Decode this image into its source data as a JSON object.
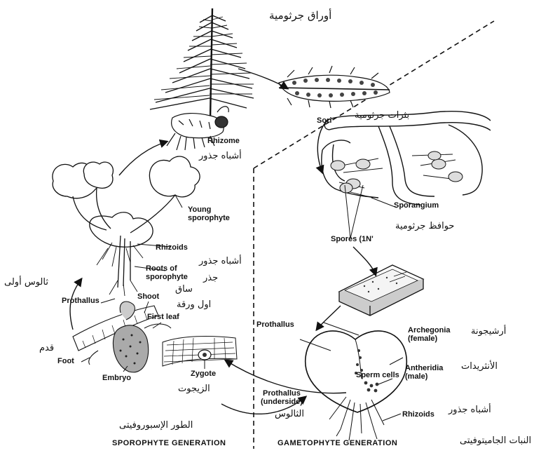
{
  "labels": {
    "sori": "Sori",
    "rhizome": "Rhizome",
    "young_sporophyte": "Young\nsporophyte",
    "rhizoids_sporophyte": "Rhizoids",
    "roots_of_sporophyte": "Roots of\nsporophyte",
    "prothallus_left": "Prothallus",
    "shoot": "Shoot",
    "first_leaf": "First leaf",
    "foot": "Foot",
    "embryo": "Embryo",
    "zygote": "Zygote",
    "prothallus_center": "Prothallus",
    "prothallus_underside": "Prothallus\n(underside)",
    "sperm_cells": "Sperm cells",
    "rhizoids_gametophyte": "Rhizoids",
    "sporangium": "Sporangium",
    "spores": "Spores (1N'",
    "archegonia": "Archegonia\n(female)",
    "antheridia": "Antheridia\n(male)"
  },
  "arabic": {
    "fronds": "أوراق جرثومية",
    "sori": "بثرات جرثومية",
    "rhizome": "أشباه جذور",
    "sporangium": "حوافظ جرثومية",
    "rhizoids": "أشباه جذور",
    "root": "جذر",
    "stem": "ساق",
    "first_leaf": "اول ورقة",
    "prothallus": "ثالوس أولى",
    "foot": "قدم",
    "zygote": "الزيجوت",
    "thallus": "الثالوس",
    "archegonia": "أرشيجونة",
    "antheridia": "الأنثريدات",
    "rhizoids_bottom": "أشباه جذور",
    "sporophyte_phase": "الطور الإسبوروفيتى",
    "gametophyte_plant": "النبات الجاميتوفيتى"
  },
  "generations": {
    "sporophyte": "SPOROPHYTE  GENERATION",
    "gametophyte": "GAMETOPHYTE  GENERATION"
  }
}
